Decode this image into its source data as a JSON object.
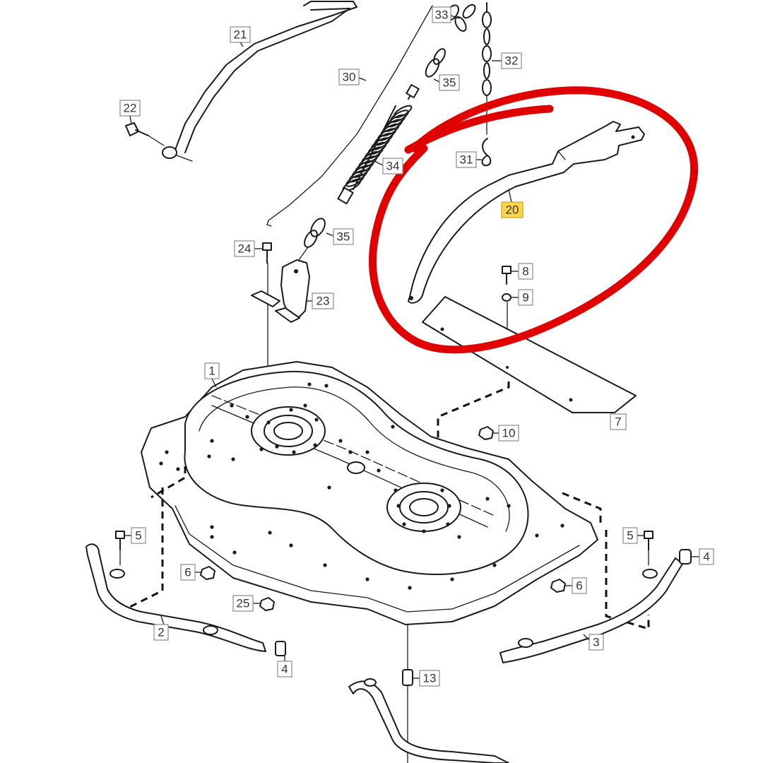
{
  "diagram": {
    "highlighted_part": "20",
    "highlight_color": "#ffd54a",
    "annotation_color": "#e00000",
    "callouts": [
      {
        "id": "c33",
        "label": "33"
      },
      {
        "id": "c32",
        "label": "32"
      },
      {
        "id": "c21",
        "label": "21"
      },
      {
        "id": "c30",
        "label": "30"
      },
      {
        "id": "c35a",
        "label": "35"
      },
      {
        "id": "c22",
        "label": "22"
      },
      {
        "id": "c34",
        "label": "34"
      },
      {
        "id": "c31",
        "label": "31"
      },
      {
        "id": "c20",
        "label": "20"
      },
      {
        "id": "c35b",
        "label": "35"
      },
      {
        "id": "c24",
        "label": "24"
      },
      {
        "id": "c8",
        "label": "8"
      },
      {
        "id": "c9",
        "label": "9"
      },
      {
        "id": "c23",
        "label": "23"
      },
      {
        "id": "c1",
        "label": "1"
      },
      {
        "id": "c7",
        "label": "7"
      },
      {
        "id": "c10",
        "label": "10"
      },
      {
        "id": "c5a",
        "label": "5"
      },
      {
        "id": "c5b",
        "label": "5"
      },
      {
        "id": "c4a",
        "label": "4"
      },
      {
        "id": "c6a",
        "label": "6"
      },
      {
        "id": "c6b",
        "label": "6"
      },
      {
        "id": "c25",
        "label": "25"
      },
      {
        "id": "c2",
        "label": "2"
      },
      {
        "id": "c3",
        "label": "3"
      },
      {
        "id": "c4b",
        "label": "4"
      },
      {
        "id": "c13",
        "label": "13"
      }
    ]
  }
}
